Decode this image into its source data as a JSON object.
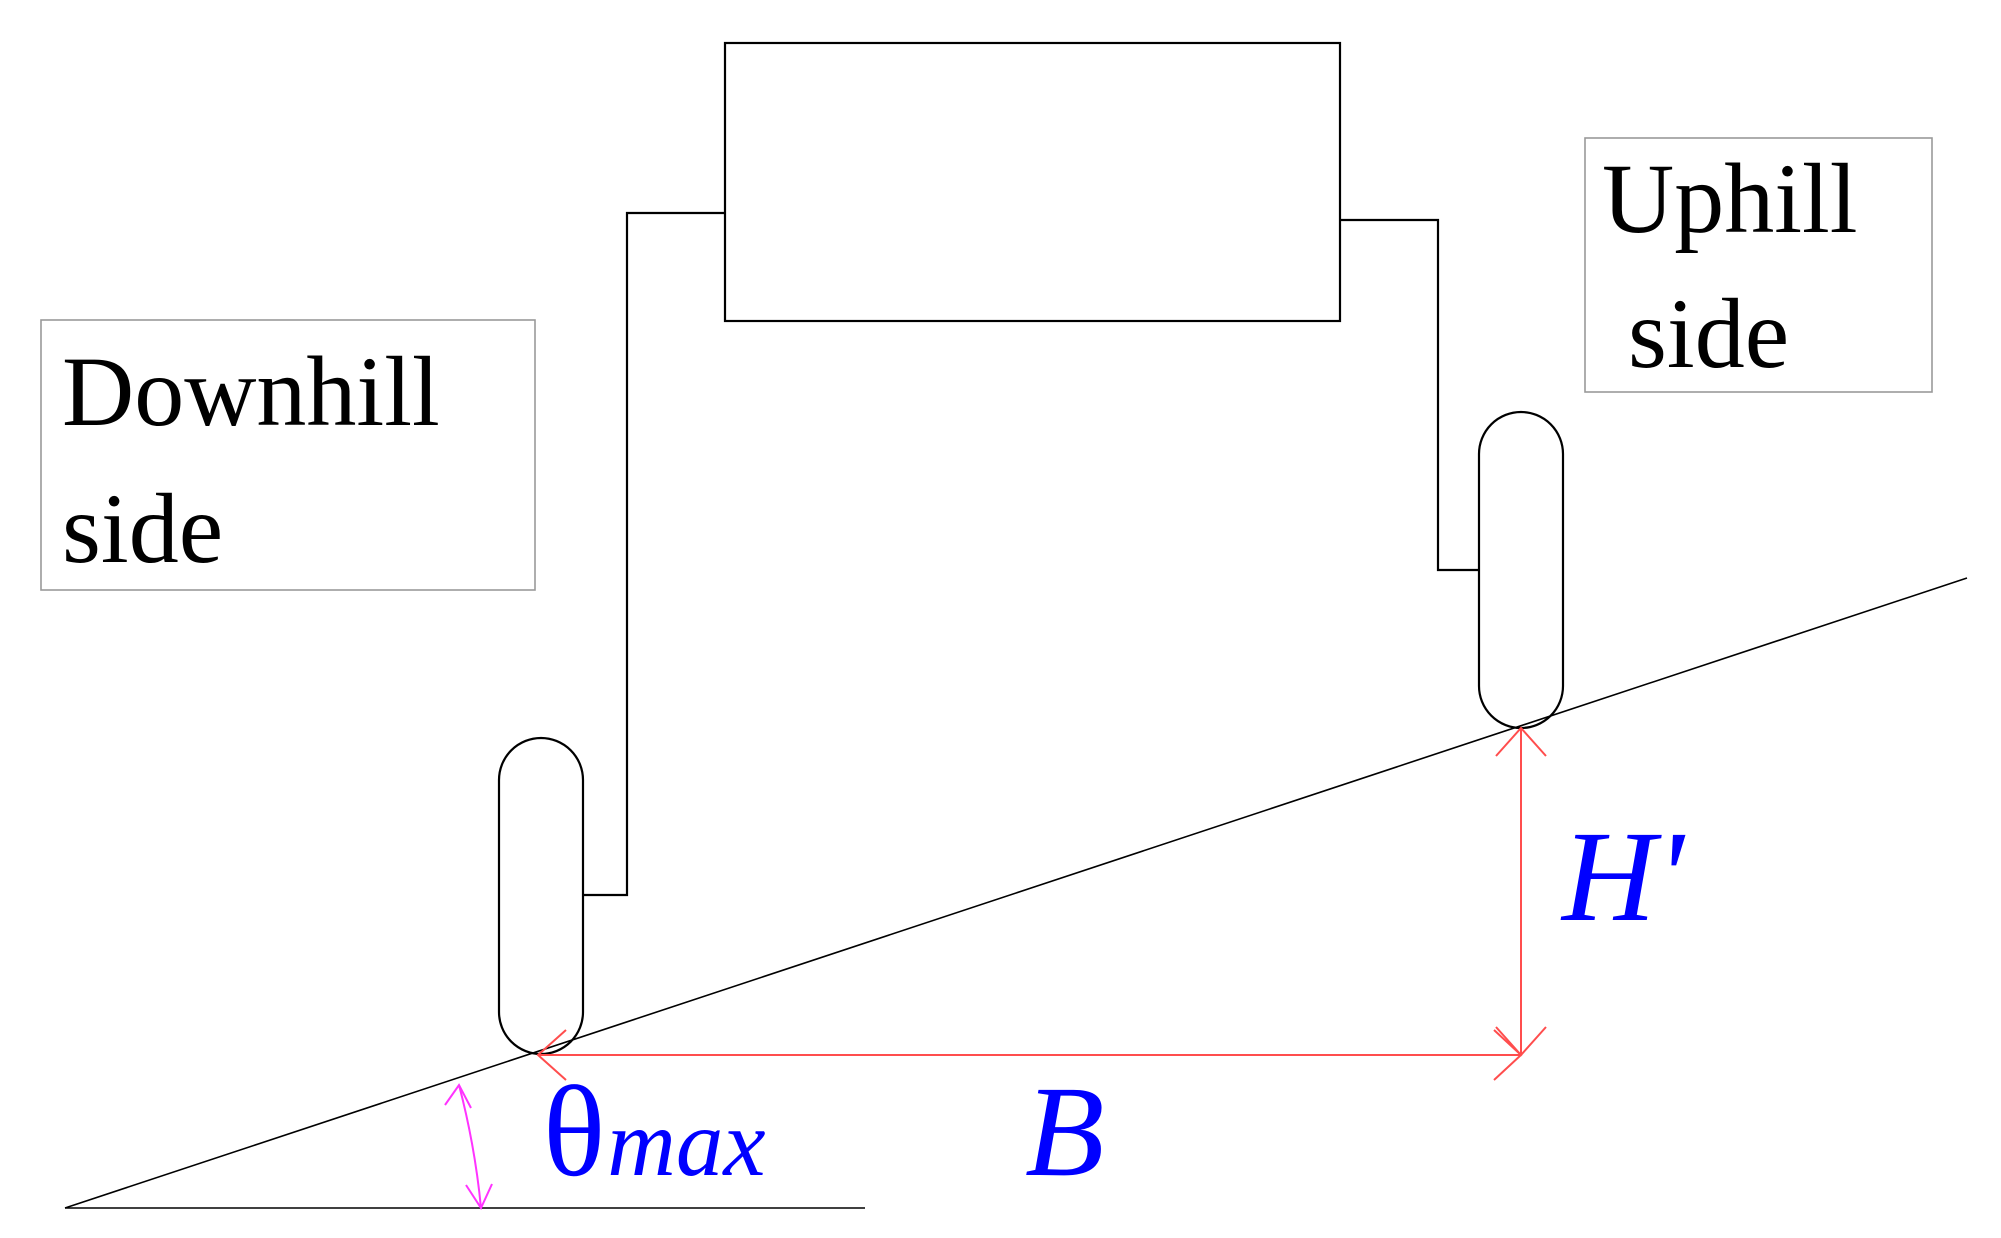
{
  "labels": {
    "downhill_line1": "Downhill",
    "downhill_line2": "side",
    "uphill_line1": "Uphill",
    "uphill_line2": "side",
    "height": "H'",
    "base": "B",
    "angle_symbol": "θ",
    "angle_subscript": "max"
  },
  "colors": {
    "line": "#000000",
    "dimension": "#ff4d4d",
    "variable_text": "#0000ff",
    "angle_arc": "#ff33ff",
    "label_border": "#999999"
  }
}
